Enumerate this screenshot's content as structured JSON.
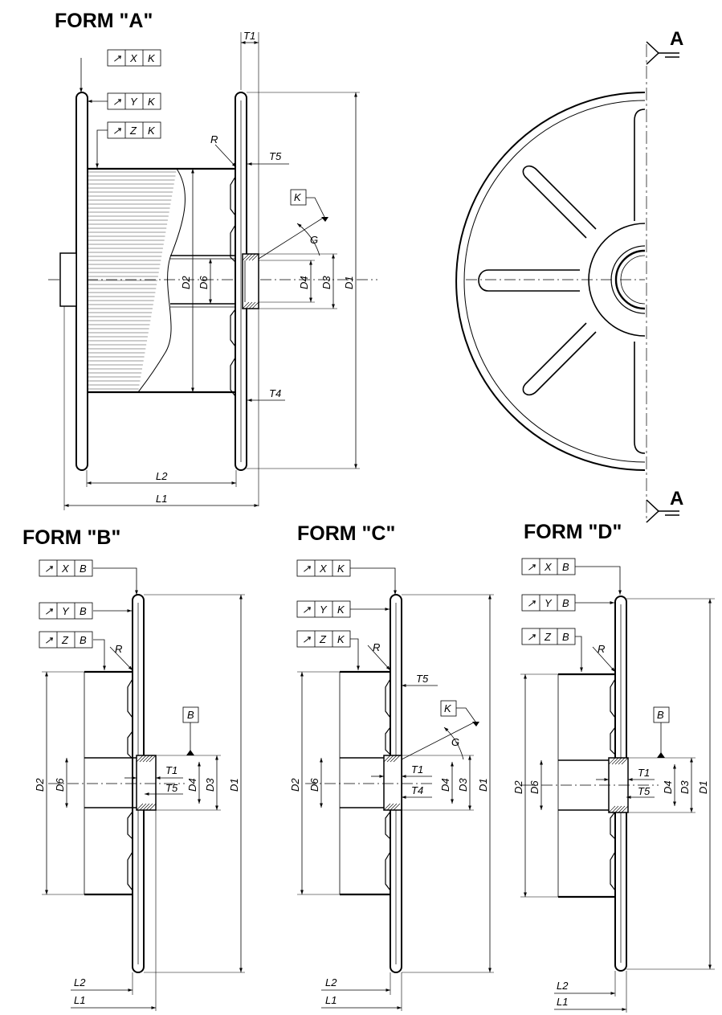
{
  "forms": {
    "a": {
      "title": "FORM \"A\"",
      "fcf": [
        {
          "sym": "↗",
          "datum": "X",
          "ref": "K"
        },
        {
          "sym": "↗",
          "datum": "Y",
          "ref": "K"
        },
        {
          "sym": "↗",
          "datum": "Z",
          "ref": "K"
        }
      ],
      "labels": {
        "t1": "T1",
        "t5": "T5",
        "t4": "T4",
        "r": "R",
        "g": "G",
        "k": "K",
        "d1": "D1",
        "d2": "D2",
        "d3": "D3",
        "d4": "D4",
        "d6": "D6",
        "l1": "L1",
        "l2": "L2"
      }
    },
    "b": {
      "title": "FORM \"B\"",
      "fcf": [
        {
          "sym": "↗",
          "datum": "X",
          "ref": "B"
        },
        {
          "sym": "↗",
          "datum": "Y",
          "ref": "B"
        },
        {
          "sym": "↗",
          "datum": "Z",
          "ref": "B"
        }
      ],
      "labels": {
        "t1": "T1",
        "t5": "T5",
        "r": "R",
        "b": "B",
        "d1": "D1",
        "d2": "D2",
        "d3": "D3",
        "d4": "D4",
        "d6": "D6",
        "l1": "L1",
        "l2": "L2"
      }
    },
    "c": {
      "title": "FORM \"C\"",
      "fcf": [
        {
          "sym": "↗",
          "datum": "X",
          "ref": "K"
        },
        {
          "sym": "↗",
          "datum": "Y",
          "ref": "K"
        },
        {
          "sym": "↗",
          "datum": "Z",
          "ref": "K"
        }
      ],
      "labels": {
        "t1": "T1",
        "t4": "T4",
        "t5": "T5",
        "r": "R",
        "g": "G",
        "k": "K",
        "d1": "D1",
        "d2": "D2",
        "d3": "D3",
        "d4": "D4",
        "d6": "D6",
        "l1": "L1",
        "l2": "L2"
      }
    },
    "d": {
      "title": "FORM \"D\"",
      "fcf": [
        {
          "sym": "↗",
          "datum": "X",
          "ref": "B"
        },
        {
          "sym": "↗",
          "datum": "Y",
          "ref": "B"
        },
        {
          "sym": "↗",
          "datum": "Z",
          "ref": "B"
        }
      ],
      "labels": {
        "t1": "T1",
        "t5": "T5",
        "r": "R",
        "b": "B",
        "d1": "D1",
        "d2": "D2",
        "d3": "D3",
        "d4": "D4",
        "d6": "D6",
        "l1": "L1",
        "l2": "L2"
      }
    }
  },
  "section_view": {
    "mark_top": "A",
    "mark_bottom": "A"
  }
}
